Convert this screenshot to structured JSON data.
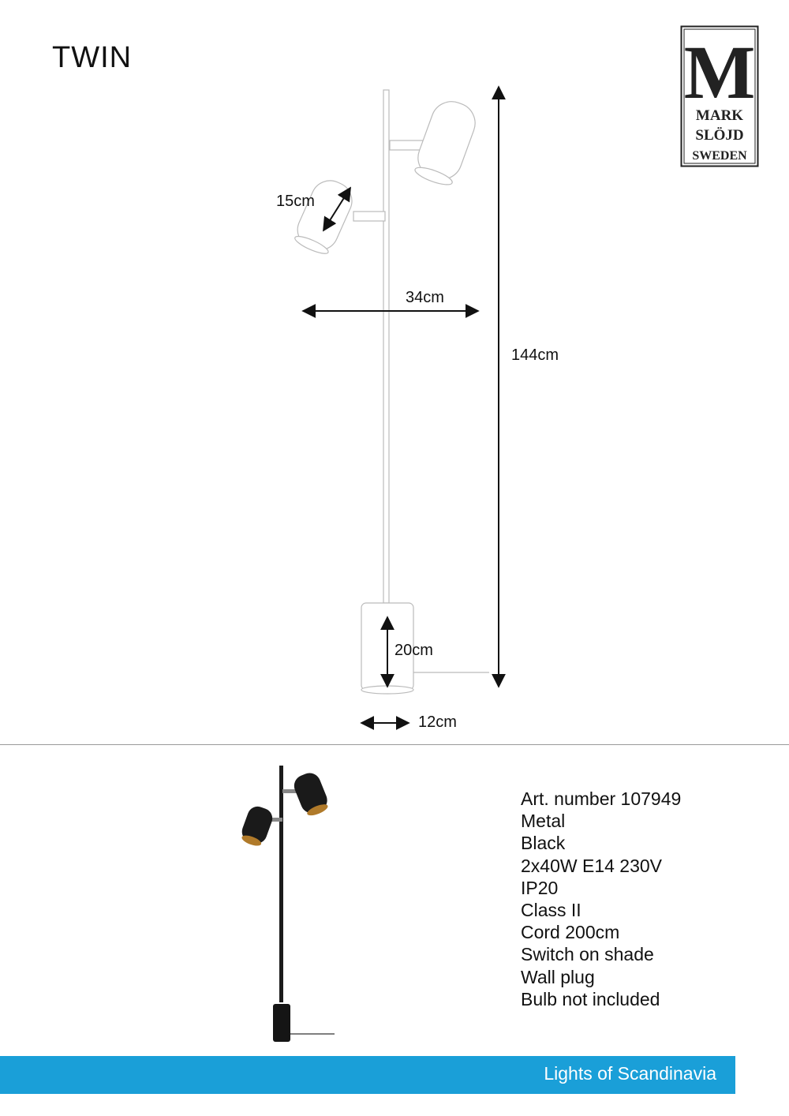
{
  "title": "TWIN",
  "logo": {
    "letter": "M",
    "lines": [
      "MARK",
      "SLÖJD",
      "SWEDEN"
    ]
  },
  "dimensions": {
    "shade": "15cm",
    "width": "34cm",
    "height": "144cm",
    "base_height": "20cm",
    "base_width": "12cm"
  },
  "specs": [
    "Art. number 107949",
    "Metal",
    "Black",
    "2x40W E14 230V",
    "IP20",
    "Class II",
    "Cord 200cm",
    "Switch on shade",
    "Wall plug",
    "Bulb not included"
  ],
  "banner": {
    "text": "Lights of Scandinavia",
    "color": "#1a9fd8"
  }
}
